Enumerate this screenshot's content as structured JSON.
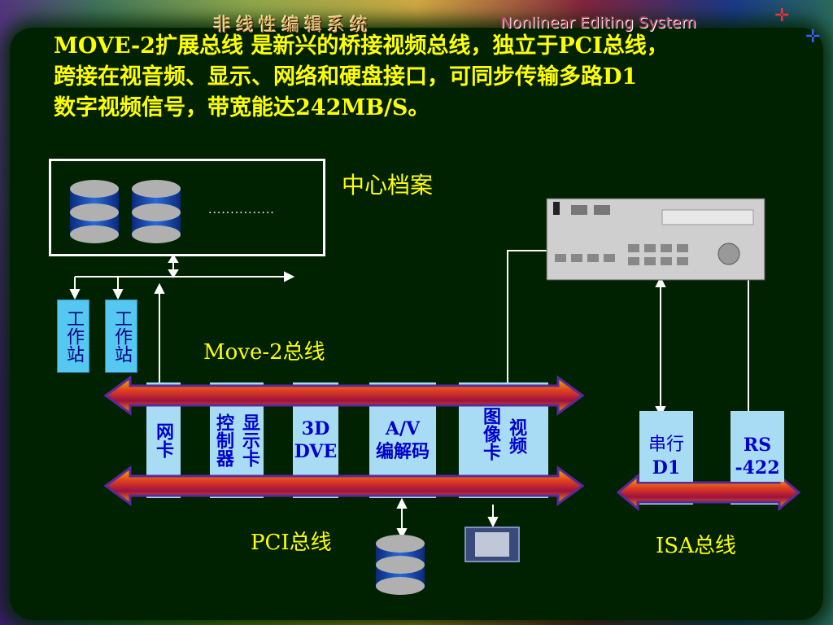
{
  "header": {
    "title_cn": "非线性编辑系统",
    "title_en": "Nonlinear Editing System"
  },
  "paragraph": {
    "line1": "MOVE-2扩展总线  是新兴的桥接视频总线，独立于PCI总线，",
    "line2": "跨接在视音频、显示、网络和硬盘接口，可同步传输多路D1",
    "line3": "数字视频信号，带宽能达242MB/S。"
  },
  "diagram": {
    "archive_label": "中心档案",
    "archive_dots": "...............",
    "workstation_1": "工作站",
    "workstation_2": "工作站",
    "move2_bus_label": "Move-2总线",
    "pci_bus_label": "PCI总线",
    "isa_bus_label": "ISA总线",
    "cards": {
      "network": "网卡",
      "display_col1": "控制器",
      "display_col2": "显示卡",
      "dve_line1": "3D",
      "dve_line2": "DVE",
      "av_line1": "A/V",
      "av_line2": "编解码",
      "image_col1": "图像卡",
      "image_col2": "视频",
      "serial_line1": "串行",
      "serial_line2": "D1",
      "rs_line1": "RS",
      "rs_line2": "-422"
    }
  },
  "colors": {
    "panel_bg": "#002200",
    "text_yellow": "#ffff00",
    "card_blue": "#a8dcf4",
    "card_text": "#0000cc",
    "bus_red": "#c0102a",
    "bus_border": "#4a1a8a"
  }
}
